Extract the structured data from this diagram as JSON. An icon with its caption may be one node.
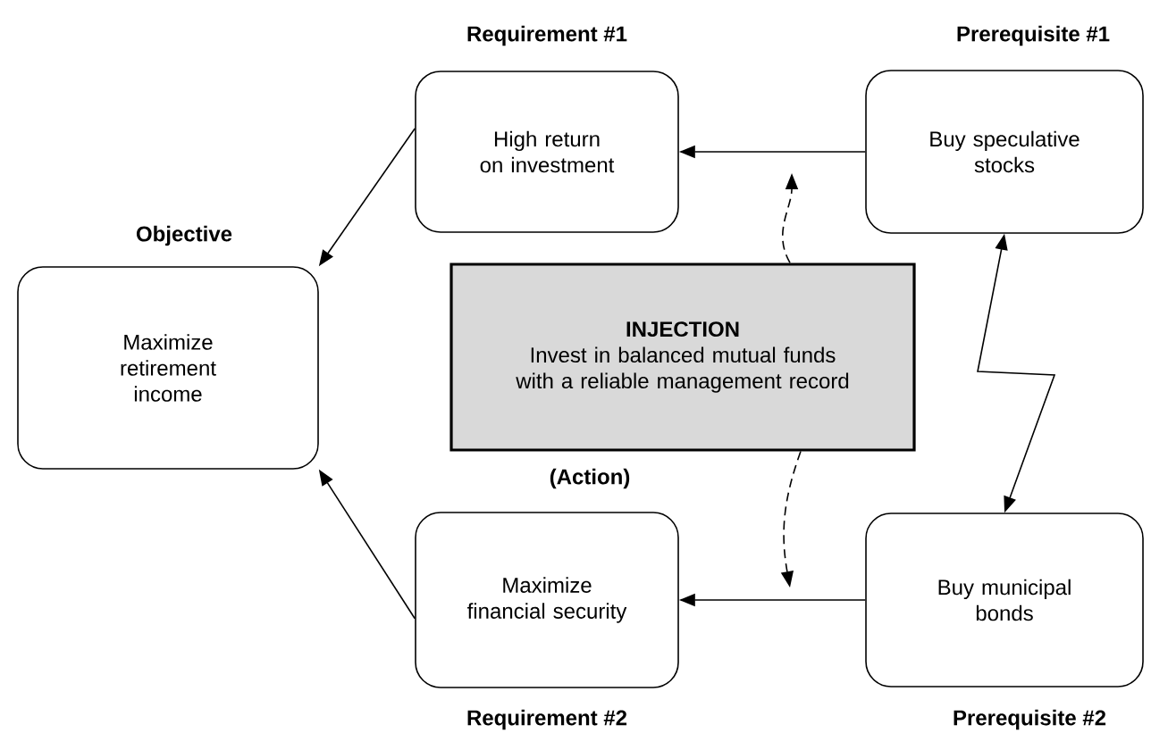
{
  "diagram": {
    "nodes": [
      {
        "text": [
          "Objective",
          "Maximize retirement income"
        ]
      },
      {
        "text": [
          "Requirement #1",
          "High return on investment"
        ]
      },
      {
        "text": [
          "Prerequisite #1",
          "Buy speculative stocks"
        ]
      },
      {
        "text": [
          "INJECTION",
          "Invest in balanced mutual funds with a reliable management record"
        ],
        "beside": [
          "(Action)"
        ]
      },
      {
        "text": [
          "Maximize financial security",
          "Requirement #2"
        ]
      },
      {
        "text": [
          "Buy municipal bonds",
          "Prerequisite #2"
        ]
      }
    ],
    "edges": [
      {
        "from": 1,
        "to": 0,
        "arrow": "to"
      },
      {
        "from": 4,
        "to": 0,
        "arrow": "to"
      },
      {
        "from": 2,
        "to": 1,
        "arrow": "to"
      },
      {
        "from": 5,
        "to": 4,
        "arrow": "to"
      },
      {
        "from": 2,
        "to": 5,
        "arrow": "both"
      },
      {
        "from": 3,
        "to": null,
        "arrow": "to",
        "style": "dashed"
      },
      {
        "from": 3,
        "to": null,
        "arrow": "to",
        "style": "dashed"
      }
    ]
  }
}
